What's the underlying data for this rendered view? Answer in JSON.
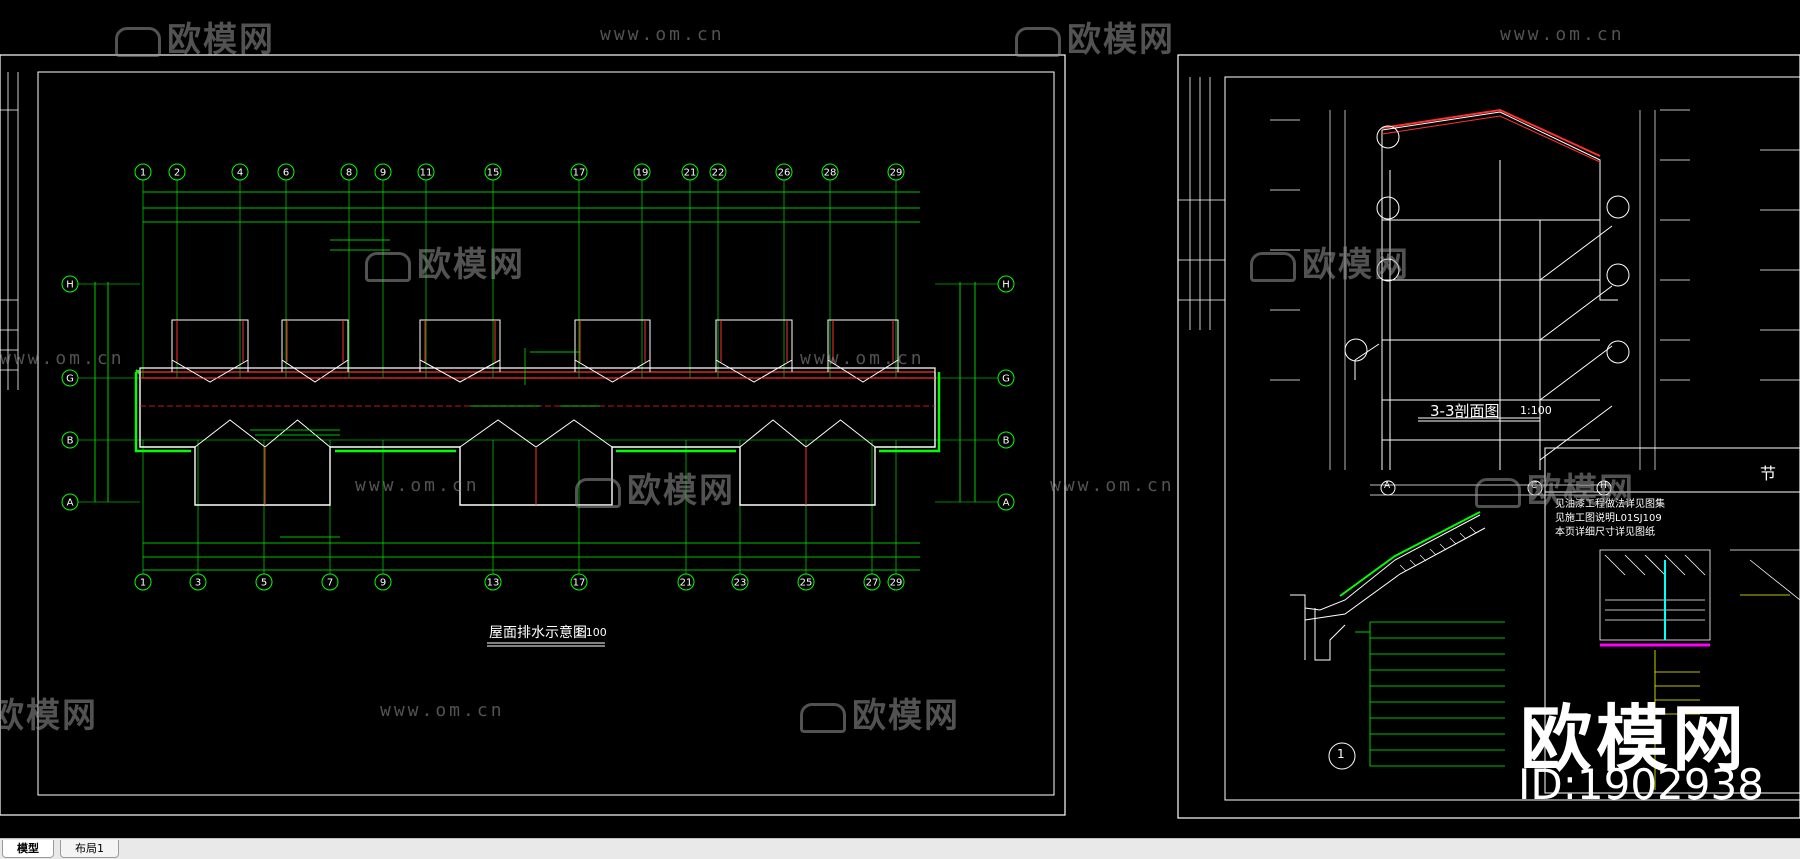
{
  "watermark": {
    "brand": "欧模网",
    "url": "www.om.cn",
    "id_text": "ID:1902938"
  },
  "drawing_left": {
    "title": "屋面排水示意图",
    "scale": "1:100",
    "top_axes": [
      "1",
      "2",
      "4",
      "6",
      "8",
      "9",
      "11",
      "15",
      "17",
      "19",
      "21",
      "22",
      "26",
      "28",
      "29"
    ],
    "bottom_axes": [
      "1",
      "3",
      "5",
      "7",
      "9",
      "13",
      "17",
      "21",
      "23",
      "25",
      "27",
      "29"
    ],
    "row_axes": [
      "H",
      "G",
      "B",
      "A"
    ]
  },
  "drawing_right": {
    "section_title": "3-3剖面图",
    "section_scale": "1:100",
    "node_title": "节",
    "node_notes": [
      "见油漆工程做法详见图集",
      "见施工图说明L01SJ109",
      "本页详细尺寸详见图纸"
    ],
    "detail_number": "1",
    "axis_labels": [
      "A",
      "C",
      "H"
    ]
  },
  "tabs": [
    {
      "label": "模型",
      "active": true
    },
    {
      "label": "布局1",
      "active": false
    }
  ]
}
